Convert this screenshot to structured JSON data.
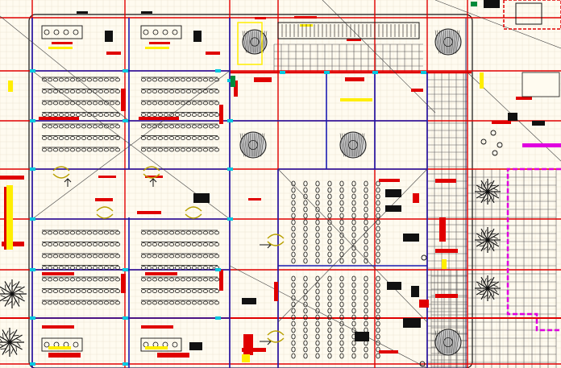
{
  "drawing": {
    "type": "cad-floor-plan",
    "background": "#fffbf0",
    "colors": {
      "grid_red": "#e00000",
      "wall_blue": "#1a1ab0",
      "navy": "#2a2a6a",
      "black": "#111111",
      "yellow": "#ffee00",
      "cyan": "#00c8e0",
      "magenta": "#e000e0",
      "green": "#008a3a",
      "grey": "#8a8a8a"
    },
    "rooms": [
      {
        "name": "lecture-room-top-left",
        "seating": "rows"
      },
      {
        "name": "lecture-room-top-right",
        "seating": "rows"
      },
      {
        "name": "courtyard-with-trees",
        "seating": "none"
      },
      {
        "name": "auditorium-right",
        "seating": "columns"
      },
      {
        "name": "lecture-room-bottom-left",
        "seating": "rows"
      },
      {
        "name": "lecture-room-bottom-right",
        "seating": "rows"
      },
      {
        "name": "auditorium-lower",
        "seating": "columns"
      }
    ],
    "icons": [
      "tree-icon",
      "palm-icon",
      "chair-icon",
      "arrow-icon",
      "door-swing-icon"
    ]
  }
}
